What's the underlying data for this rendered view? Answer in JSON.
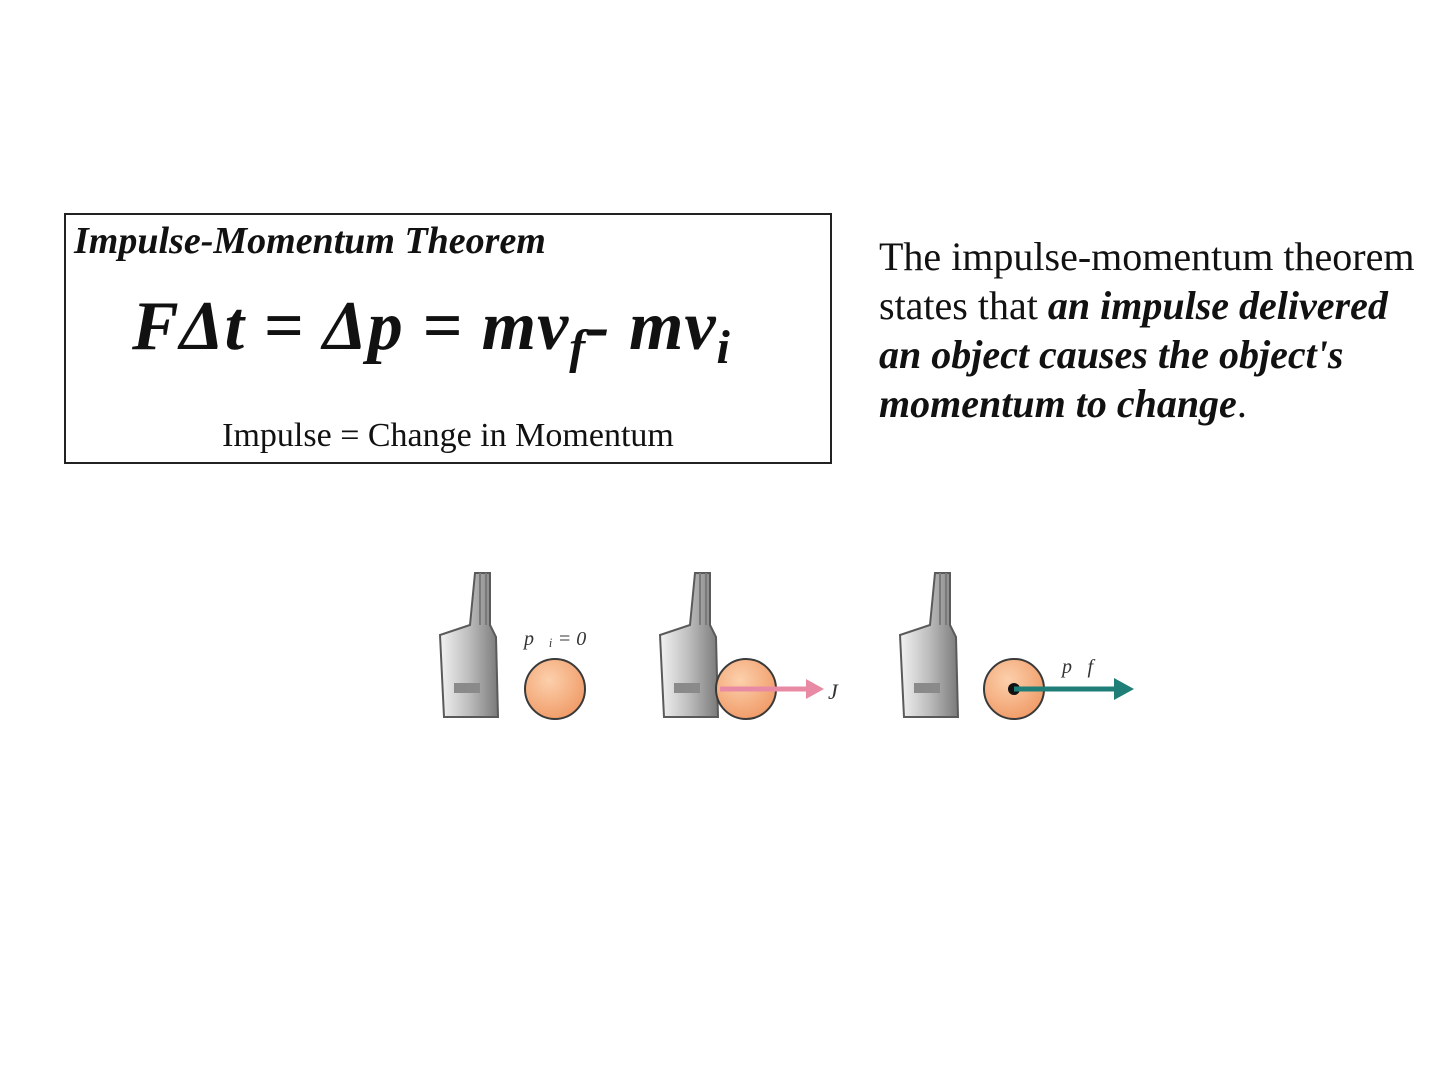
{
  "theorem_box": {
    "title": "Impulse-Momentum Theorem",
    "equation": {
      "part1": "FΔt = Δp = mv",
      "sub_final": "f",
      "part2": "- mv",
      "sub_initial": "i"
    },
    "caption": "Impulse = Change in Momentum"
  },
  "statement": {
    "line1": "The impulse-momentum theorem",
    "line2_plain": "states that ",
    "line2_em": "an impulse delivered",
    "line3_em": "an object causes the object's",
    "line4_em": "momentum to change",
    "line4_end": "."
  },
  "illustration": {
    "panel1_label": "p⃗ᵢ = 0⃗",
    "panel2_label": "J⃗",
    "panel3_label": "p⃗f",
    "colors": {
      "ball": "#f4a878",
      "ball_outline": "#3a3a3a",
      "impulse_arrow": "#e98aa4",
      "momentum_arrow": "#1f7f78",
      "club": "#6e6e6e"
    }
  }
}
